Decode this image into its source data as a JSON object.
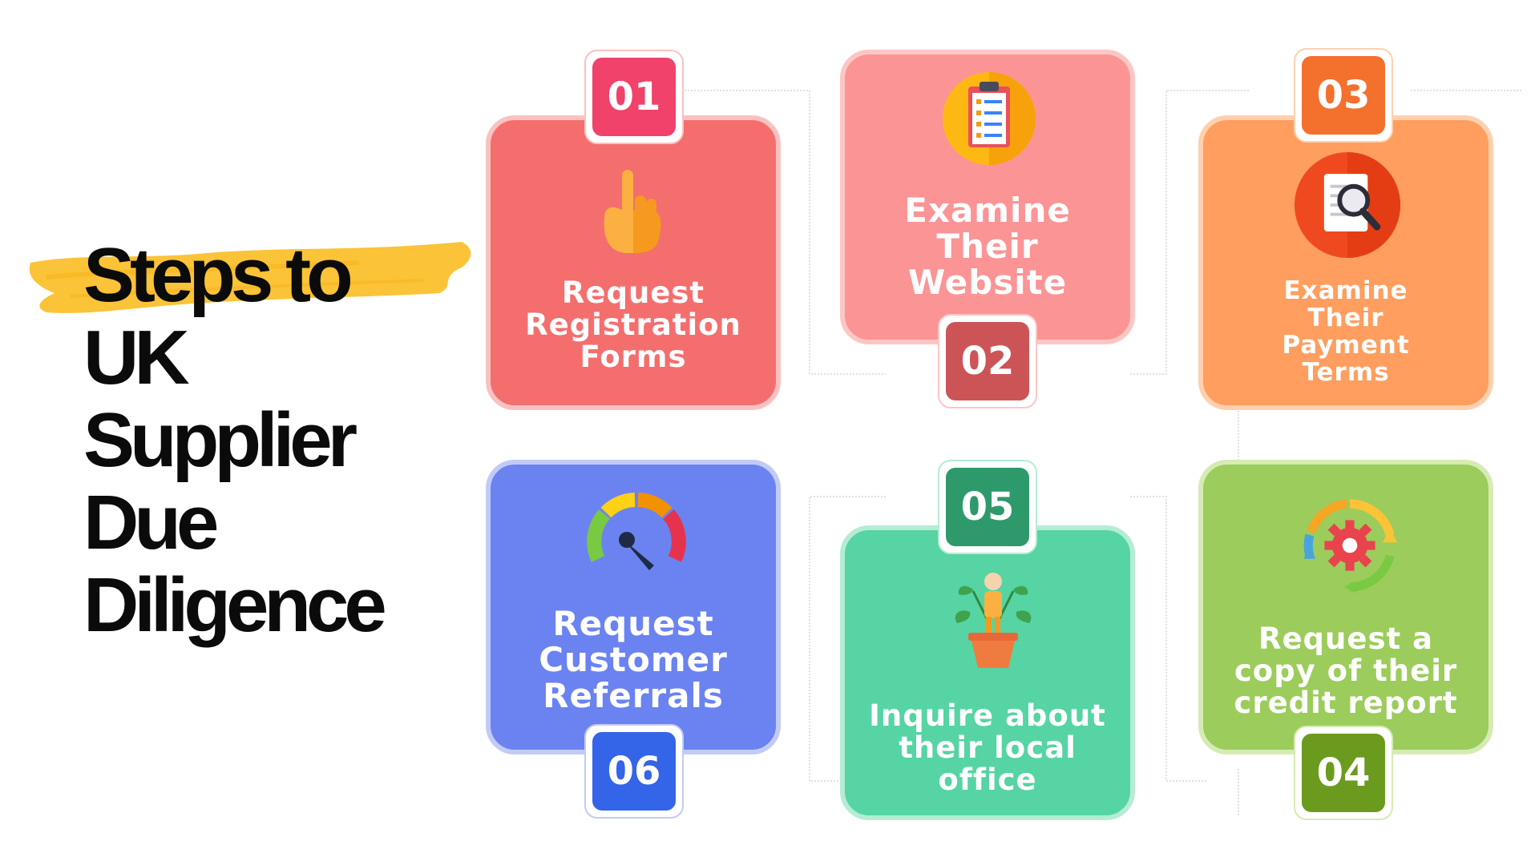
{
  "title": {
    "lines": [
      "Steps to",
      "UK",
      "Supplier",
      "Due",
      "Diligence"
    ]
  },
  "steps": [
    {
      "number": "01",
      "label_lines": [
        "Request",
        "Registration",
        "Forms"
      ],
      "card_color": "#f46e6e",
      "badge_color": "#f0426a",
      "icon": "pointing-hand-icon"
    },
    {
      "number": "02",
      "label_lines": [
        "Examine",
        "Their",
        "Website"
      ],
      "card_color": "#fb9495",
      "badge_color": "#cc5456",
      "icon": "clipboard-checklist-icon"
    },
    {
      "number": "03",
      "label_lines": [
        "Examine",
        "Their",
        "Payment",
        "Terms"
      ],
      "card_color": "#ff9e5e",
      "badge_color": "#f4702d",
      "icon": "document-search-icon"
    },
    {
      "number": "04",
      "label_lines": [
        "Request a",
        "copy of their",
        "credit report"
      ],
      "card_color": "#9ccc5c",
      "badge_color": "#6b9b1e",
      "icon": "gear-cycle-icon"
    },
    {
      "number": "05",
      "label_lines": [
        "Inquire about",
        "their local",
        "office"
      ],
      "card_color": "#56d4a3",
      "badge_color": "#2e9a6c",
      "icon": "person-plant-icon"
    },
    {
      "number": "06",
      "label_lines": [
        "Request",
        "Customer",
        "Referrals"
      ],
      "card_color": "#6b83f0",
      "badge_color": "#3464e8",
      "icon": "gauge-meter-icon"
    }
  ],
  "colors": {
    "highlight_brush": "#fbc337",
    "title_text": "#0b0b0b",
    "connector_line": "#d9d9d9"
  }
}
